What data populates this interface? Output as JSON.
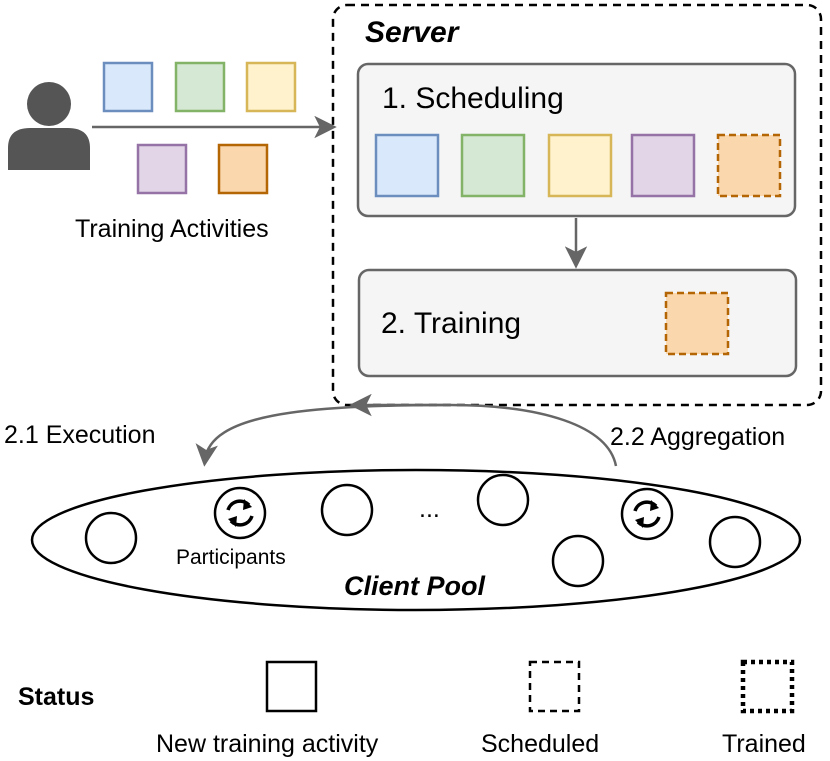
{
  "server": {
    "title": "Server",
    "scheduling_label": "1. Scheduling",
    "training_label": "2. Training"
  },
  "user": {
    "caption": "Training Activities"
  },
  "flows": {
    "execution_label": "2.1 Execution",
    "aggregation_label": "2.2 Aggregation"
  },
  "client_pool": {
    "title": "Client Pool",
    "participants_label": "Participants",
    "ellipsis": "..."
  },
  "legend": {
    "title": "Status",
    "items": [
      {
        "label": "New training activity",
        "style": "solid"
      },
      {
        "label": "Scheduled",
        "style": "dashed"
      },
      {
        "label": "Trained",
        "style": "dotted"
      }
    ]
  },
  "colors": {
    "blue_fill": "#dae8fc",
    "blue_stroke": "#6c8ebf",
    "green_fill": "#d5e8d4",
    "green_stroke": "#82b366",
    "yellow_fill": "#fff2cc",
    "yellow_stroke": "#d6b656",
    "purple_fill": "#e1d5e7",
    "purple_stroke": "#9673a6",
    "orange_fill": "#fad7ac",
    "orange_stroke": "#b46504",
    "panel_fill": "#f5f5f5",
    "panel_stroke": "#666666",
    "arrow": "#666666"
  }
}
